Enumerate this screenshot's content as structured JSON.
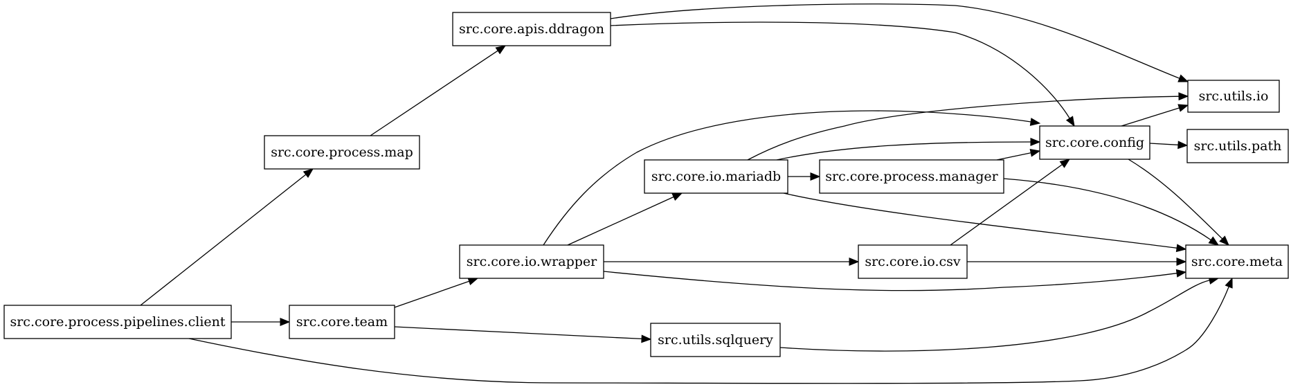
{
  "diagram": {
    "nodes": [
      {
        "id": "apis_ddragon",
        "label": "src.core.apis.ddragon"
      },
      {
        "id": "process_map",
        "label": "src.core.process.map"
      },
      {
        "id": "utils_io",
        "label": "src.utils.io"
      },
      {
        "id": "core_config",
        "label": "src.core.config"
      },
      {
        "id": "utils_path",
        "label": "src.utils.path"
      },
      {
        "id": "io_mariadb",
        "label": "src.core.io.mariadb"
      },
      {
        "id": "process_manager",
        "label": "src.core.process.manager"
      },
      {
        "id": "io_wrapper",
        "label": "src.core.io.wrapper"
      },
      {
        "id": "io_csv",
        "label": "src.core.io.csv"
      },
      {
        "id": "core_meta",
        "label": "src.core.meta"
      },
      {
        "id": "pipelines_client",
        "label": "src.core.process.pipelines.client"
      },
      {
        "id": "core_team",
        "label": "src.core.team"
      },
      {
        "id": "utils_sqlquery",
        "label": "src.utils.sqlquery"
      }
    ],
    "edges": [
      {
        "from": "pipelines_client",
        "to": "process_map"
      },
      {
        "from": "pipelines_client",
        "to": "core_team"
      },
      {
        "from": "pipelines_client",
        "to": "core_meta"
      },
      {
        "from": "process_map",
        "to": "apis_ddragon"
      },
      {
        "from": "apis_ddragon",
        "to": "utils_io"
      },
      {
        "from": "apis_ddragon",
        "to": "core_config"
      },
      {
        "from": "core_team",
        "to": "io_wrapper"
      },
      {
        "from": "core_team",
        "to": "utils_sqlquery"
      },
      {
        "from": "io_wrapper",
        "to": "core_config"
      },
      {
        "from": "io_wrapper",
        "to": "io_mariadb"
      },
      {
        "from": "io_wrapper",
        "to": "io_csv"
      },
      {
        "from": "io_wrapper",
        "to": "core_meta"
      },
      {
        "from": "io_mariadb",
        "to": "utils_io"
      },
      {
        "from": "io_mariadb",
        "to": "core_config"
      },
      {
        "from": "io_mariadb",
        "to": "process_manager"
      },
      {
        "from": "io_mariadb",
        "to": "core_meta"
      },
      {
        "from": "process_manager",
        "to": "core_config"
      },
      {
        "from": "process_manager",
        "to": "core_meta"
      },
      {
        "from": "io_csv",
        "to": "core_config"
      },
      {
        "from": "io_csv",
        "to": "core_meta"
      },
      {
        "from": "utils_sqlquery",
        "to": "core_meta"
      },
      {
        "from": "core_config",
        "to": "utils_io"
      },
      {
        "from": "core_config",
        "to": "utils_path"
      },
      {
        "from": "core_config",
        "to": "core_meta"
      }
    ]
  }
}
